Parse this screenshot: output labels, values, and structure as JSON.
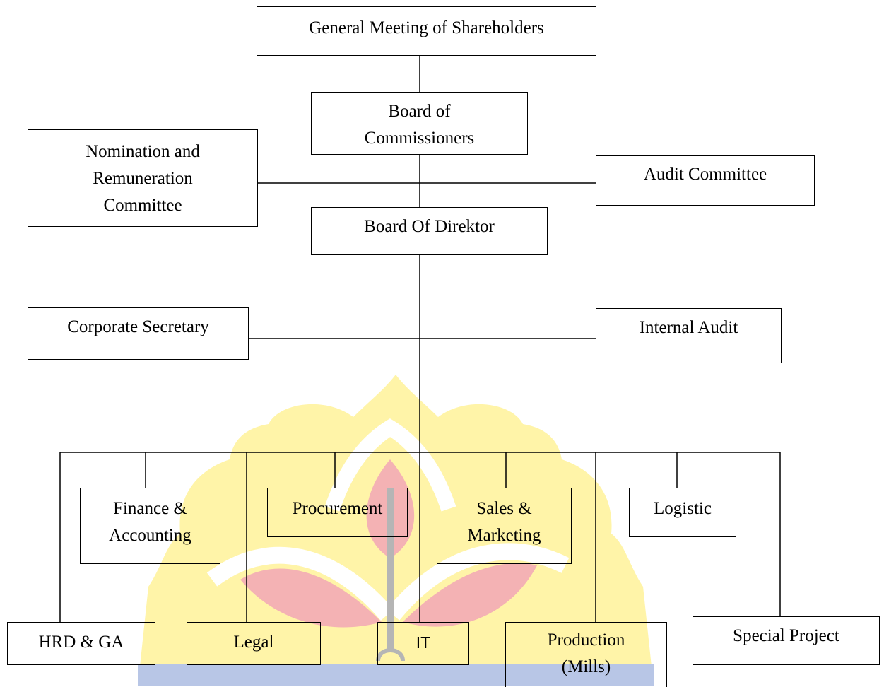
{
  "colors": {
    "line": "#000000",
    "box_border": "#000000",
    "text": "#000000",
    "watermark_yellow": "#fff4a8",
    "watermark_red": "#f4b2b4",
    "watermark_blue": "#b8c6e6"
  },
  "boxes": {
    "gms": "General Meeting of Shareholders",
    "boc": "Board of\nCommissioners",
    "nrc": "Nomination and\nRemuneration\nCommittee",
    "audit_committee": "Audit Committee",
    "bod": "Board Of Direktor",
    "corp_sec": "Corporate Secretary",
    "internal_audit": "Internal Audit",
    "finance": "Finance &\nAccounting",
    "procurement": "Procurement",
    "sales": "Sales &\nMarketing",
    "logistic": "Logistic",
    "hrd": "HRD & GA",
    "legal": "Legal",
    "it": "IT",
    "production": "Production\n(Mills)",
    "special_project": "Special Project"
  },
  "watermark_icon": "university-logo-watermark"
}
